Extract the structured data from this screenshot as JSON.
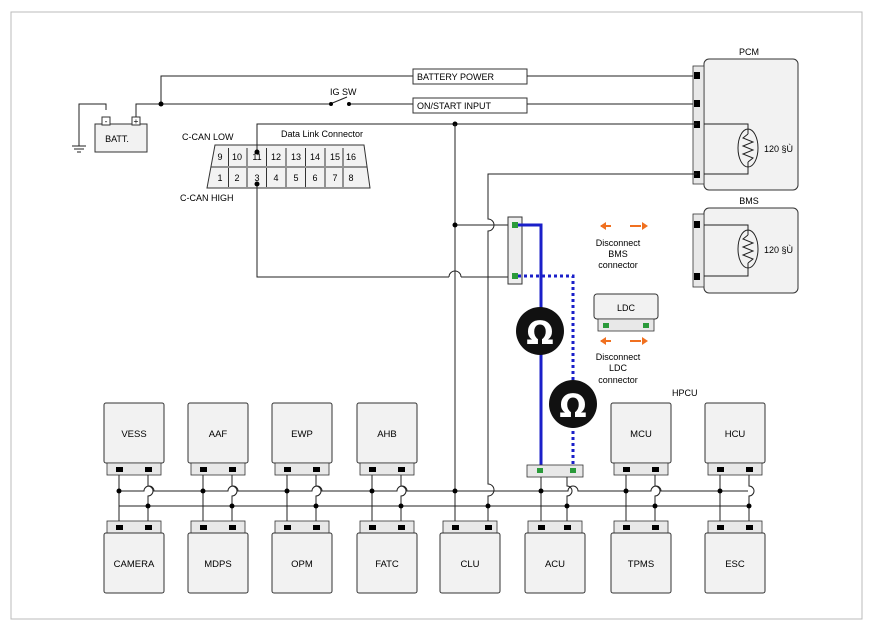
{
  "battery": {
    "label": "BATT.",
    "neg": "-",
    "pos": "+"
  },
  "labels": {
    "ig_sw": "IG SW",
    "battery_power": "BATTERY POWER",
    "on_start_input": "ON/START INPUT",
    "c_can_low": "C-CAN LOW",
    "c_can_high": "C-CAN HIGH",
    "dlc": "Data Link Connector",
    "hpcu": "HPCU",
    "disconnect_bms": [
      "Disconnect",
      "BMS",
      "connector"
    ],
    "disconnect_ldc": [
      "Disconnect",
      "LDC",
      "connector"
    ],
    "ohm": "Ω"
  },
  "dlc_top_pins": [
    "9",
    "10",
    "11",
    "12",
    "13",
    "14",
    "15",
    "16"
  ],
  "dlc_bottom_pins": [
    "1",
    "2",
    "3",
    "4",
    "5",
    "6",
    "7",
    "8"
  ],
  "pcm": {
    "title": "PCM",
    "resistor": "120 §Ù"
  },
  "bms": {
    "title": "BMS",
    "resistor": "120 §Ù"
  },
  "ldc": {
    "title": "LDC"
  },
  "top_modules": [
    "VESS",
    "AAF",
    "EWP",
    "AHB",
    "MCU",
    "HCU"
  ],
  "bottom_modules": [
    "CAMERA",
    "MDPS",
    "OPM",
    "FATC",
    "CLU",
    "ACU",
    "TPMS",
    "ESC"
  ],
  "colors": {
    "probe_wire": "#1a1fc9",
    "arrow": "#f07020",
    "pin_green": "#2a9a3a",
    "wire": "#222222"
  }
}
